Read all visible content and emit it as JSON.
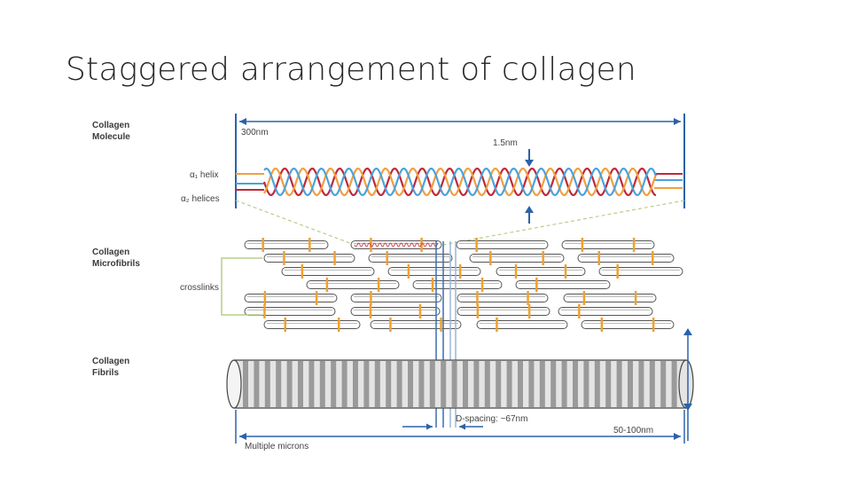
{
  "slide": {
    "title": "Staggered arrangement of collagen"
  },
  "sections": {
    "molecule": {
      "line1": "Collagen",
      "line2": "Molecule"
    },
    "microfibrils": {
      "line1": "Collagen",
      "line2": "Microfibrils"
    },
    "fibrils": {
      "line1": "Collagen",
      "line2": "Fibrils"
    }
  },
  "labels": {
    "length": "300nm",
    "diameter": "1.5nm",
    "alpha1": "α₁ helix",
    "alpha2": "α₂ helices",
    "crosslinks": "crosslinks",
    "dspacing": "D-spacing: ~67nm",
    "fibril_width": "50-100nm",
    "multiple": "Multiple microns"
  },
  "colors": {
    "helix_red": "#c0283a",
    "helix_orange": "#f0a040",
    "helix_blue": "#4aa3dc",
    "arrow_blue": "#2b62a8",
    "crosslink": "#f0a030",
    "guide_green": "#b5cf8a"
  }
}
